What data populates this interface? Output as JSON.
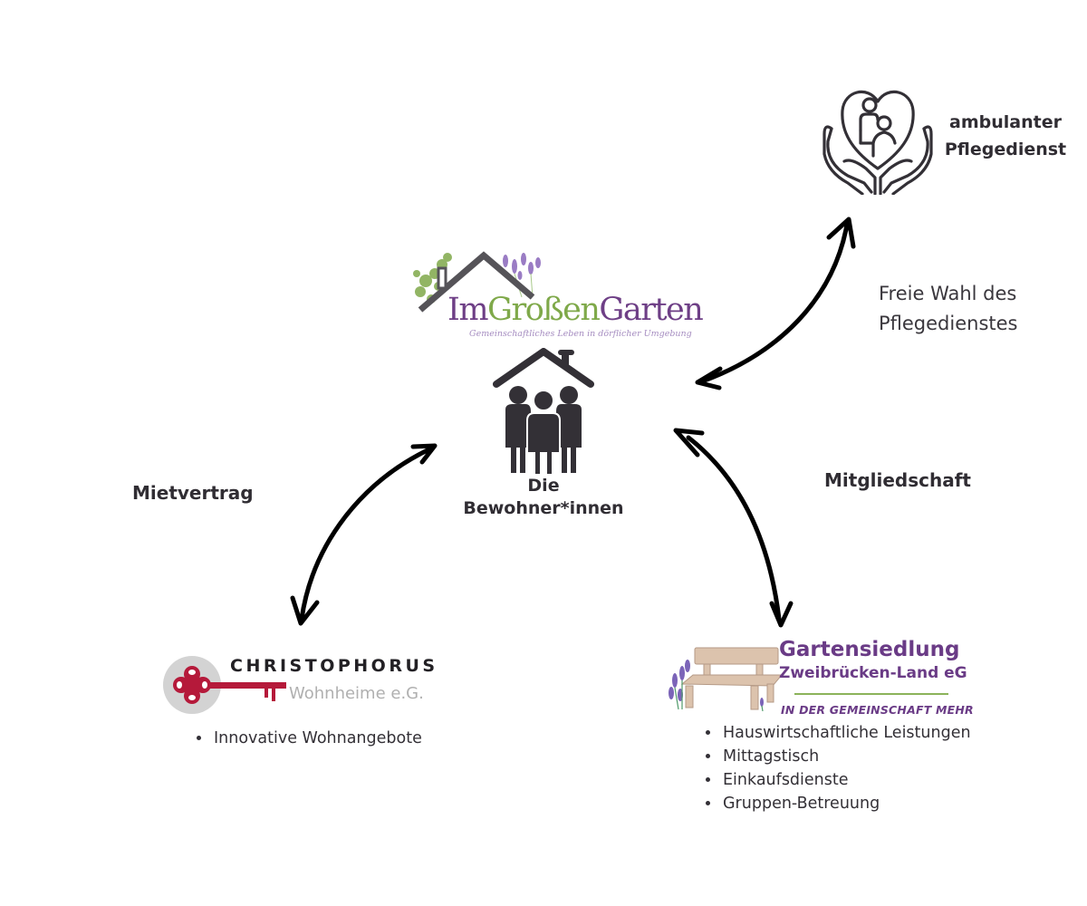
{
  "diagram": {
    "center": {
      "logo": {
        "title_part1": "Im",
        "title_part2": "Großen",
        "title_part3": "Garten",
        "subtitle": "Gemeinschaftliches Leben in dörflicher Umgebung",
        "colors": {
          "purple": "#6e3f86",
          "green": "#7fa94a",
          "lavender": "#a58cc0"
        }
      },
      "icon": "house-with-people-icon",
      "label_line1": "Die",
      "label_line2": "Bewohner*innen"
    },
    "care_service": {
      "icon": "hands-heart-family-icon",
      "label_line1": "ambulanter",
      "label_line2": "Pflegedienst",
      "relation_line1": "Freie Wahl des",
      "relation_line2": "Pflegedienstes"
    },
    "landlord": {
      "relation": "Mietvertrag",
      "logo": {
        "name": "CHRISTOPHORUS",
        "subtitle": "Wohnheime e.G.",
        "icon": "key-icon",
        "colors": {
          "key": "#b5193a",
          "circle": "#d3d3d3"
        }
      },
      "items": [
        "Innovative Wohnangebote"
      ]
    },
    "cooperative": {
      "relation": "Mitgliedschaft",
      "logo": {
        "name": "Gartensiedlung",
        "subtitle": "Zweibrücken-Land eG",
        "slogan": "IN DER GEMEINSCHAFT MEHR",
        "icon": "bench-icon",
        "colors": {
          "purple": "#6a3b86",
          "line": "#8bb35a"
        }
      },
      "items": [
        "Hauswirtschaftliche Leistungen",
        "Mittagstisch",
        "Einkaufsdienste",
        "Gruppen-Betreuung"
      ]
    },
    "arrows": [
      {
        "from": "Die Bewohner*innen",
        "to": "ambulanter Pflegedienst",
        "type": "bidirectional"
      },
      {
        "from": "Die Bewohner*innen",
        "to": "CHRISTOPHORUS Wohnheime e.G.",
        "type": "bidirectional"
      },
      {
        "from": "Die Bewohner*innen",
        "to": "Gartensiedlung Zweibrücken-Land eG",
        "type": "bidirectional"
      }
    ]
  }
}
